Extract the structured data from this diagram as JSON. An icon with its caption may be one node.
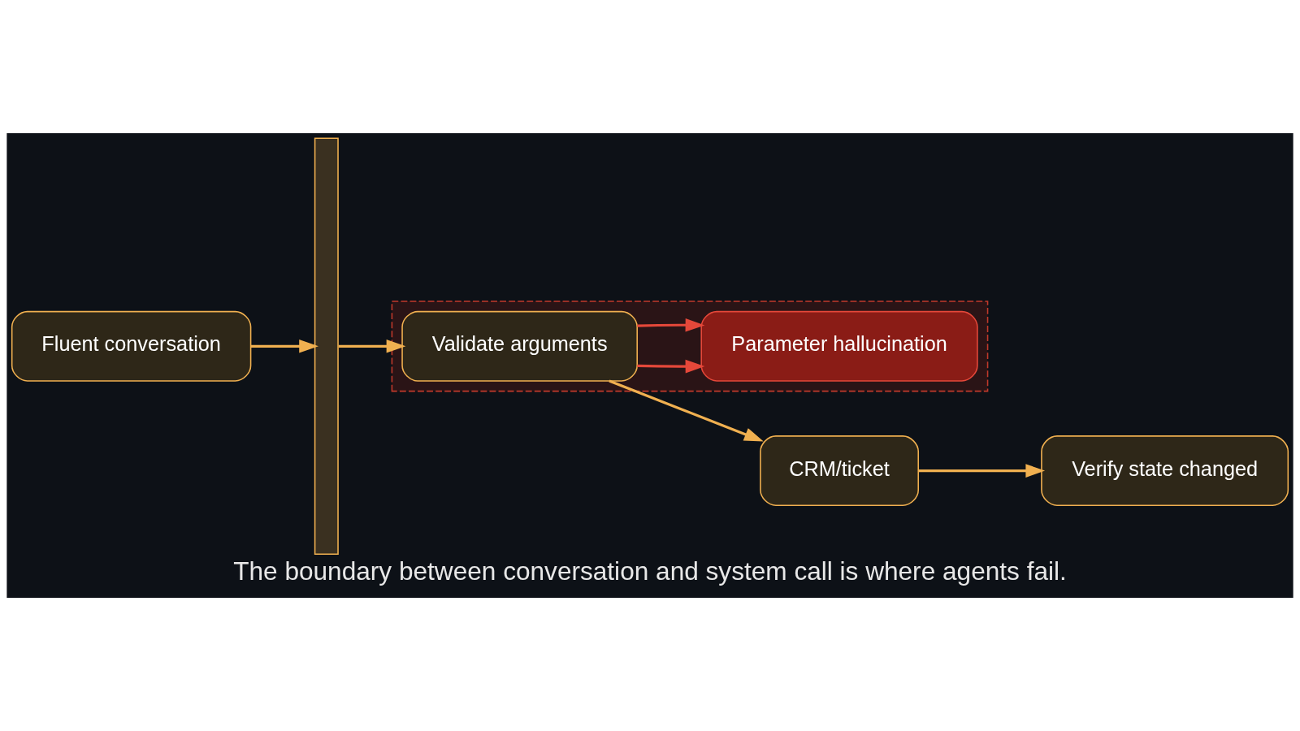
{
  "diagram": {
    "caption": "The boundary between conversation and system call is where agents fail.",
    "nodes": [
      {
        "text": [
          "Fluent conversation"
        ]
      },
      {
        "text": [],
        "shape": "bar"
      },
      {
        "text": [],
        "shape": "box"
      },
      {
        "text": [
          "Validate arguments"
        ],
        "in": 2
      },
      {
        "text": [
          "Parameter hallucination"
        ],
        "in": 2
      },
      {
        "text": [
          "CRM/ticket"
        ]
      },
      {
        "text": [
          "Verify state changed"
        ]
      }
    ],
    "edges": [
      {
        "from": 0,
        "to": 1,
        "arrow": "to"
      },
      {
        "from": 1,
        "to": 3,
        "arrow": "to"
      },
      {
        "from": 3,
        "to": 5,
        "arrow": "to"
      },
      {
        "from": 3,
        "to": 4,
        "arrow": "to",
        "color": "#e5483a"
      },
      {
        "from": 3,
        "to": 4,
        "arrow": "to",
        "color": "#e5483a"
      },
      {
        "from": 5,
        "to": 6,
        "arrow": "to"
      }
    ]
  }
}
